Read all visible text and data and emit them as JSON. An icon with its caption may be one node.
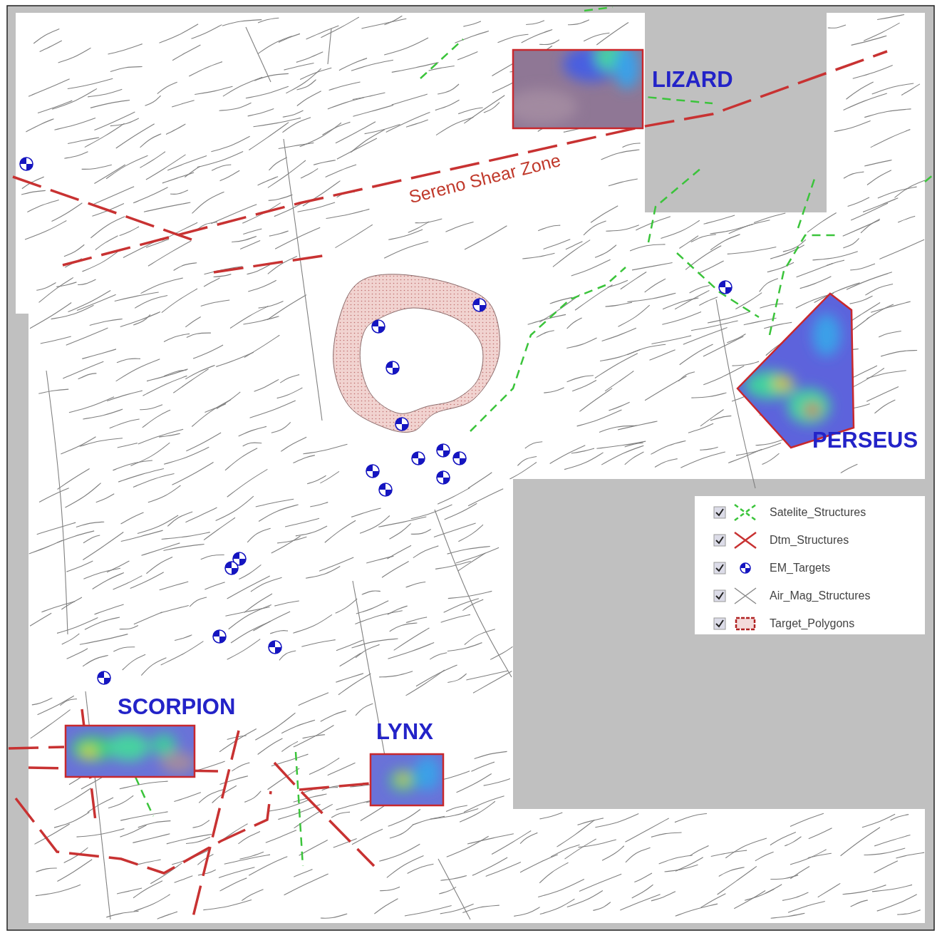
{
  "diagram": {
    "nodes": [
      {
        "text": [
          "LIZARD"
        ]
      },
      {
        "text": [
          "PERSEUS"
        ]
      },
      {
        "text": [
          "SCORPION"
        ]
      },
      {
        "text": [
          "LYNX"
        ]
      }
    ],
    "labels": [
      "Sereno Shear Zone"
    ],
    "legend": [
      {
        "text": "Satelite_Structures"
      },
      {
        "text": "Dtm_Structures"
      },
      {
        "text": "EM_Targets"
      },
      {
        "text": "Air_Mag_Structures"
      },
      {
        "text": "Target_Polygons"
      }
    ]
  }
}
